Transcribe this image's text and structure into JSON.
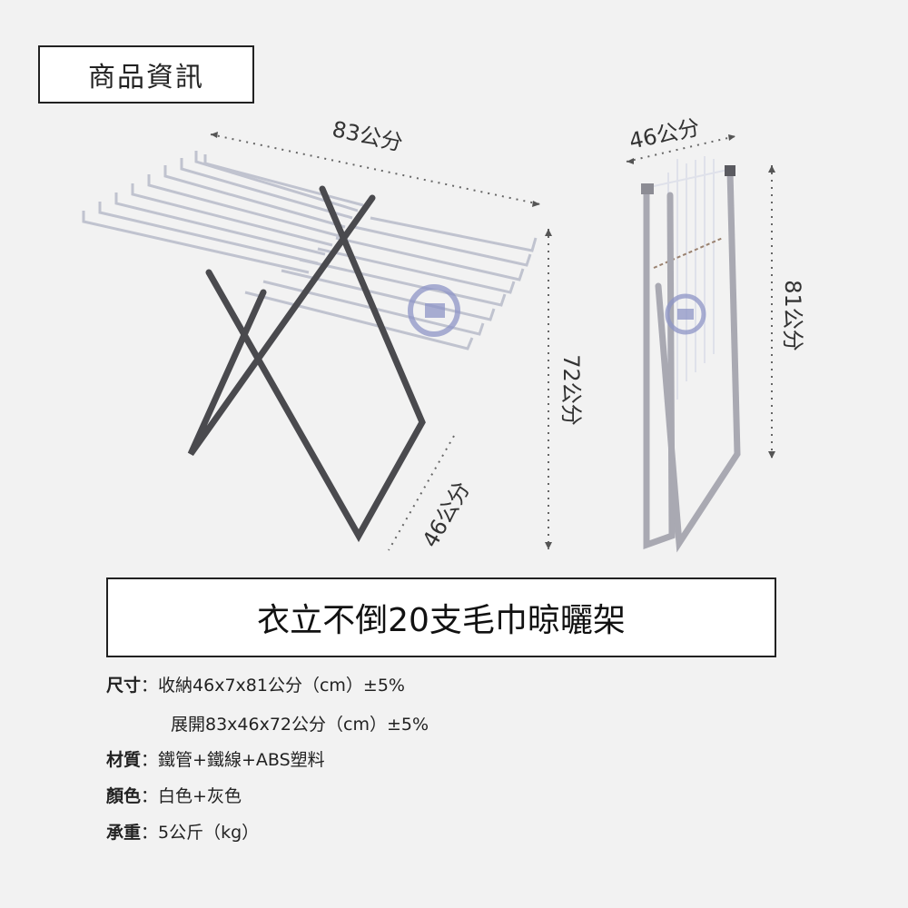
{
  "header": {
    "label": "商品資訊"
  },
  "diagram": {
    "expanded_view": {
      "width_label": "83公分",
      "height_label": "72公分",
      "depth_label": "46公分"
    },
    "folded_view": {
      "width_label": "46公分",
      "height_label": "81公分"
    },
    "colors": {
      "frame": "#4a4a4e",
      "rods": "#c8cad4",
      "folded_frame": "#a9a9b2",
      "logo": "#8e95c7"
    }
  },
  "product": {
    "title": "衣立不倒20支毛巾晾曬架"
  },
  "specs": [
    {
      "label": "尺寸",
      "value": "收納46x7x81公分（cm）±5%"
    },
    {
      "label": "",
      "value": "展開83x46x72公分（cm）±5%"
    },
    {
      "label": "材質",
      "value": "鐵管+鐵線+ABS塑料"
    },
    {
      "label": "顏色",
      "value": "白色+灰色"
    },
    {
      "label": "承重",
      "value": "5公斤（kg）"
    }
  ],
  "separator": "："
}
